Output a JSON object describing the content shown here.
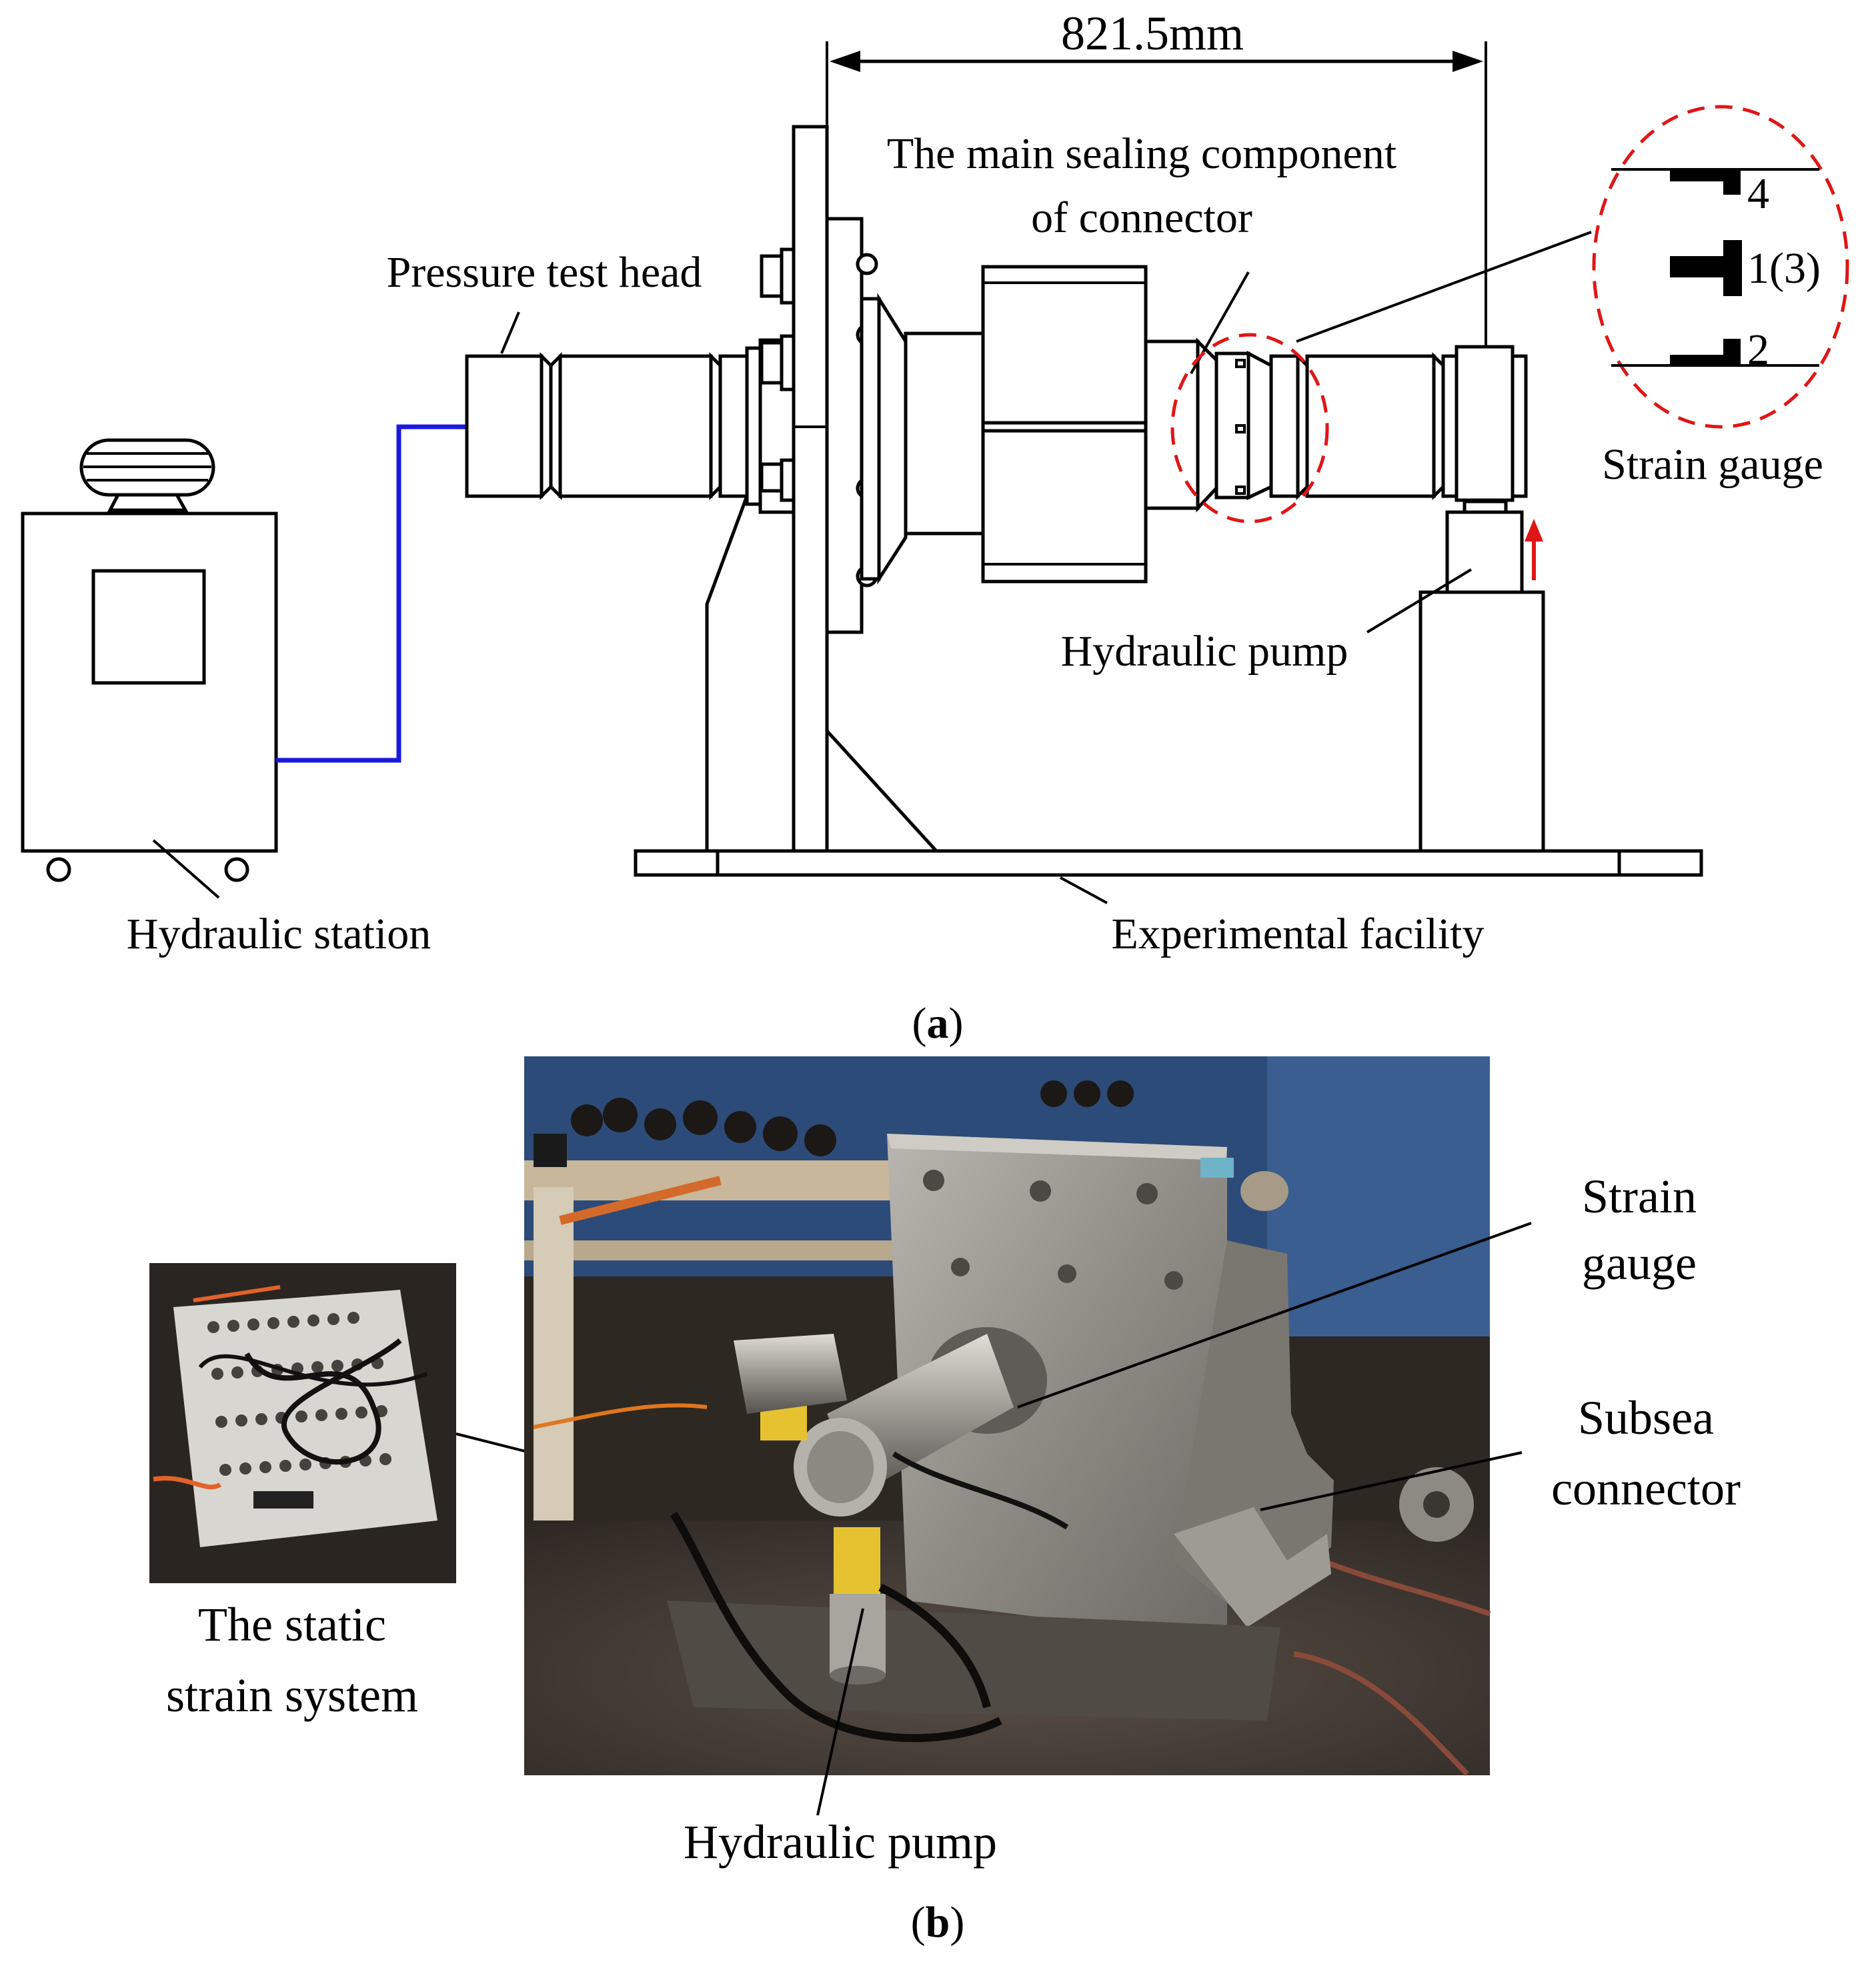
{
  "figure_a": {
    "dimension": "821.5mm",
    "labels": {
      "main_sealing_line1": "The main sealing component",
      "main_sealing_line2": "of connector",
      "pressure_test_head": "Pressure test head",
      "strain_gauge": "Strain gauge",
      "hydraulic_pump": "Hydraulic pump",
      "hydraulic_station": "Hydraulic station",
      "experimental_facility": "Experimental facility"
    },
    "gauge_numbers": [
      "4",
      "1(3)",
      "2"
    ],
    "caption_open": "(",
    "caption_letter": "a",
    "caption_close": ")",
    "colors": {
      "hose": "#1a1adf",
      "callout": "#e01616",
      "arrow": "#e01616"
    }
  },
  "figure_b": {
    "labels": {
      "strain_gauge_line1": "Strain",
      "strain_gauge_line2": "gauge",
      "subsea_connector_line1": "Subsea",
      "subsea_connector_line2": "connector",
      "static_strain_line1": "The static",
      "static_strain_line2": "strain system",
      "hydraulic_pump": "Hydraulic pump"
    },
    "caption_open": "(",
    "caption_letter": "b",
    "caption_close": ")"
  }
}
